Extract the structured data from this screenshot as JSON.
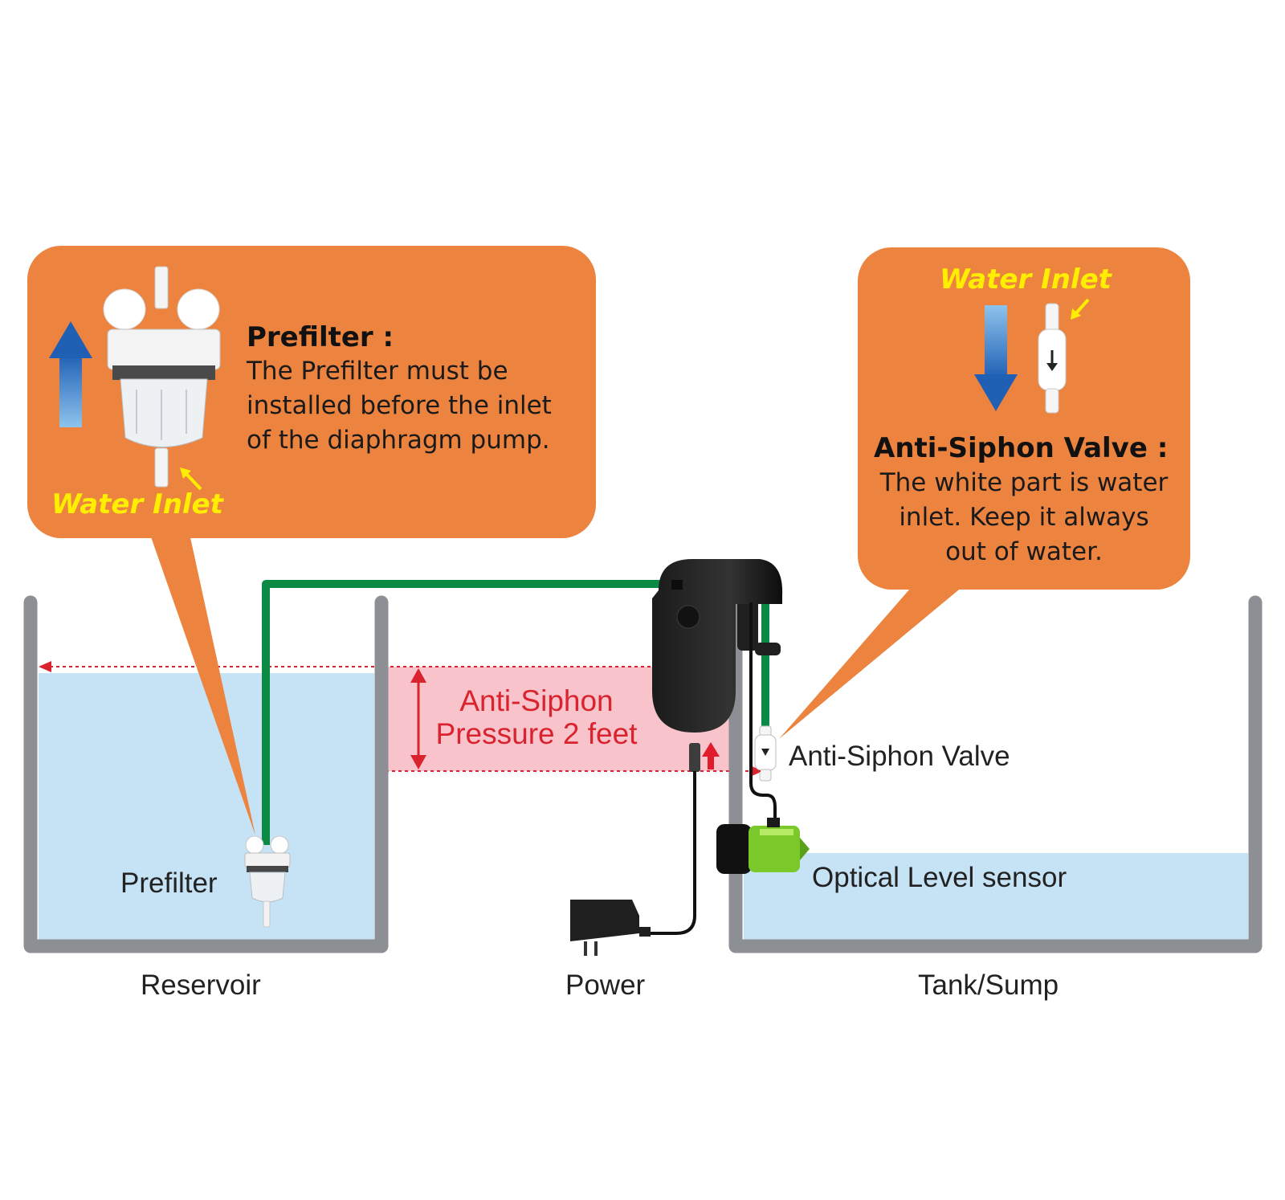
{
  "colors": {
    "callout": "#ec8440",
    "water": "#c6e2f5",
    "tank_wall": "#8c8f93",
    "tube": "#0a8a45",
    "anti_siphon_zone": "#f8c3ca",
    "red": "#d9232e",
    "inlet_text": "#ffee00",
    "arrow_blue": "#1f5fb4"
  },
  "prefilter_callout": {
    "title": "Prefilter :",
    "body_lines": [
      "The Prefilter must be",
      "installed before the inlet",
      "of the diaphragm pump."
    ],
    "inlet_label": "Water Inlet",
    "icon": "prefilter-icon",
    "arrow": "up-arrow-icon"
  },
  "valve_callout": {
    "title": "Anti-Siphon Valve :",
    "body_lines": [
      "The white part is water",
      "inlet. Keep it always",
      "out of water."
    ],
    "inlet_label": "Water Inlet",
    "icon": "valve-icon",
    "arrow": "down-arrow-icon"
  },
  "anti_siphon": {
    "line1": "Anti-Siphon",
    "line2": "Pressure 2 feet"
  },
  "labels": {
    "prefilter": "Prefilter",
    "anti_siphon_valve": "Anti-Siphon Valve",
    "optical_sensor": "Optical Level sensor",
    "reservoir": "Reservoir",
    "power": "Power",
    "tank": "Tank/Sump"
  }
}
